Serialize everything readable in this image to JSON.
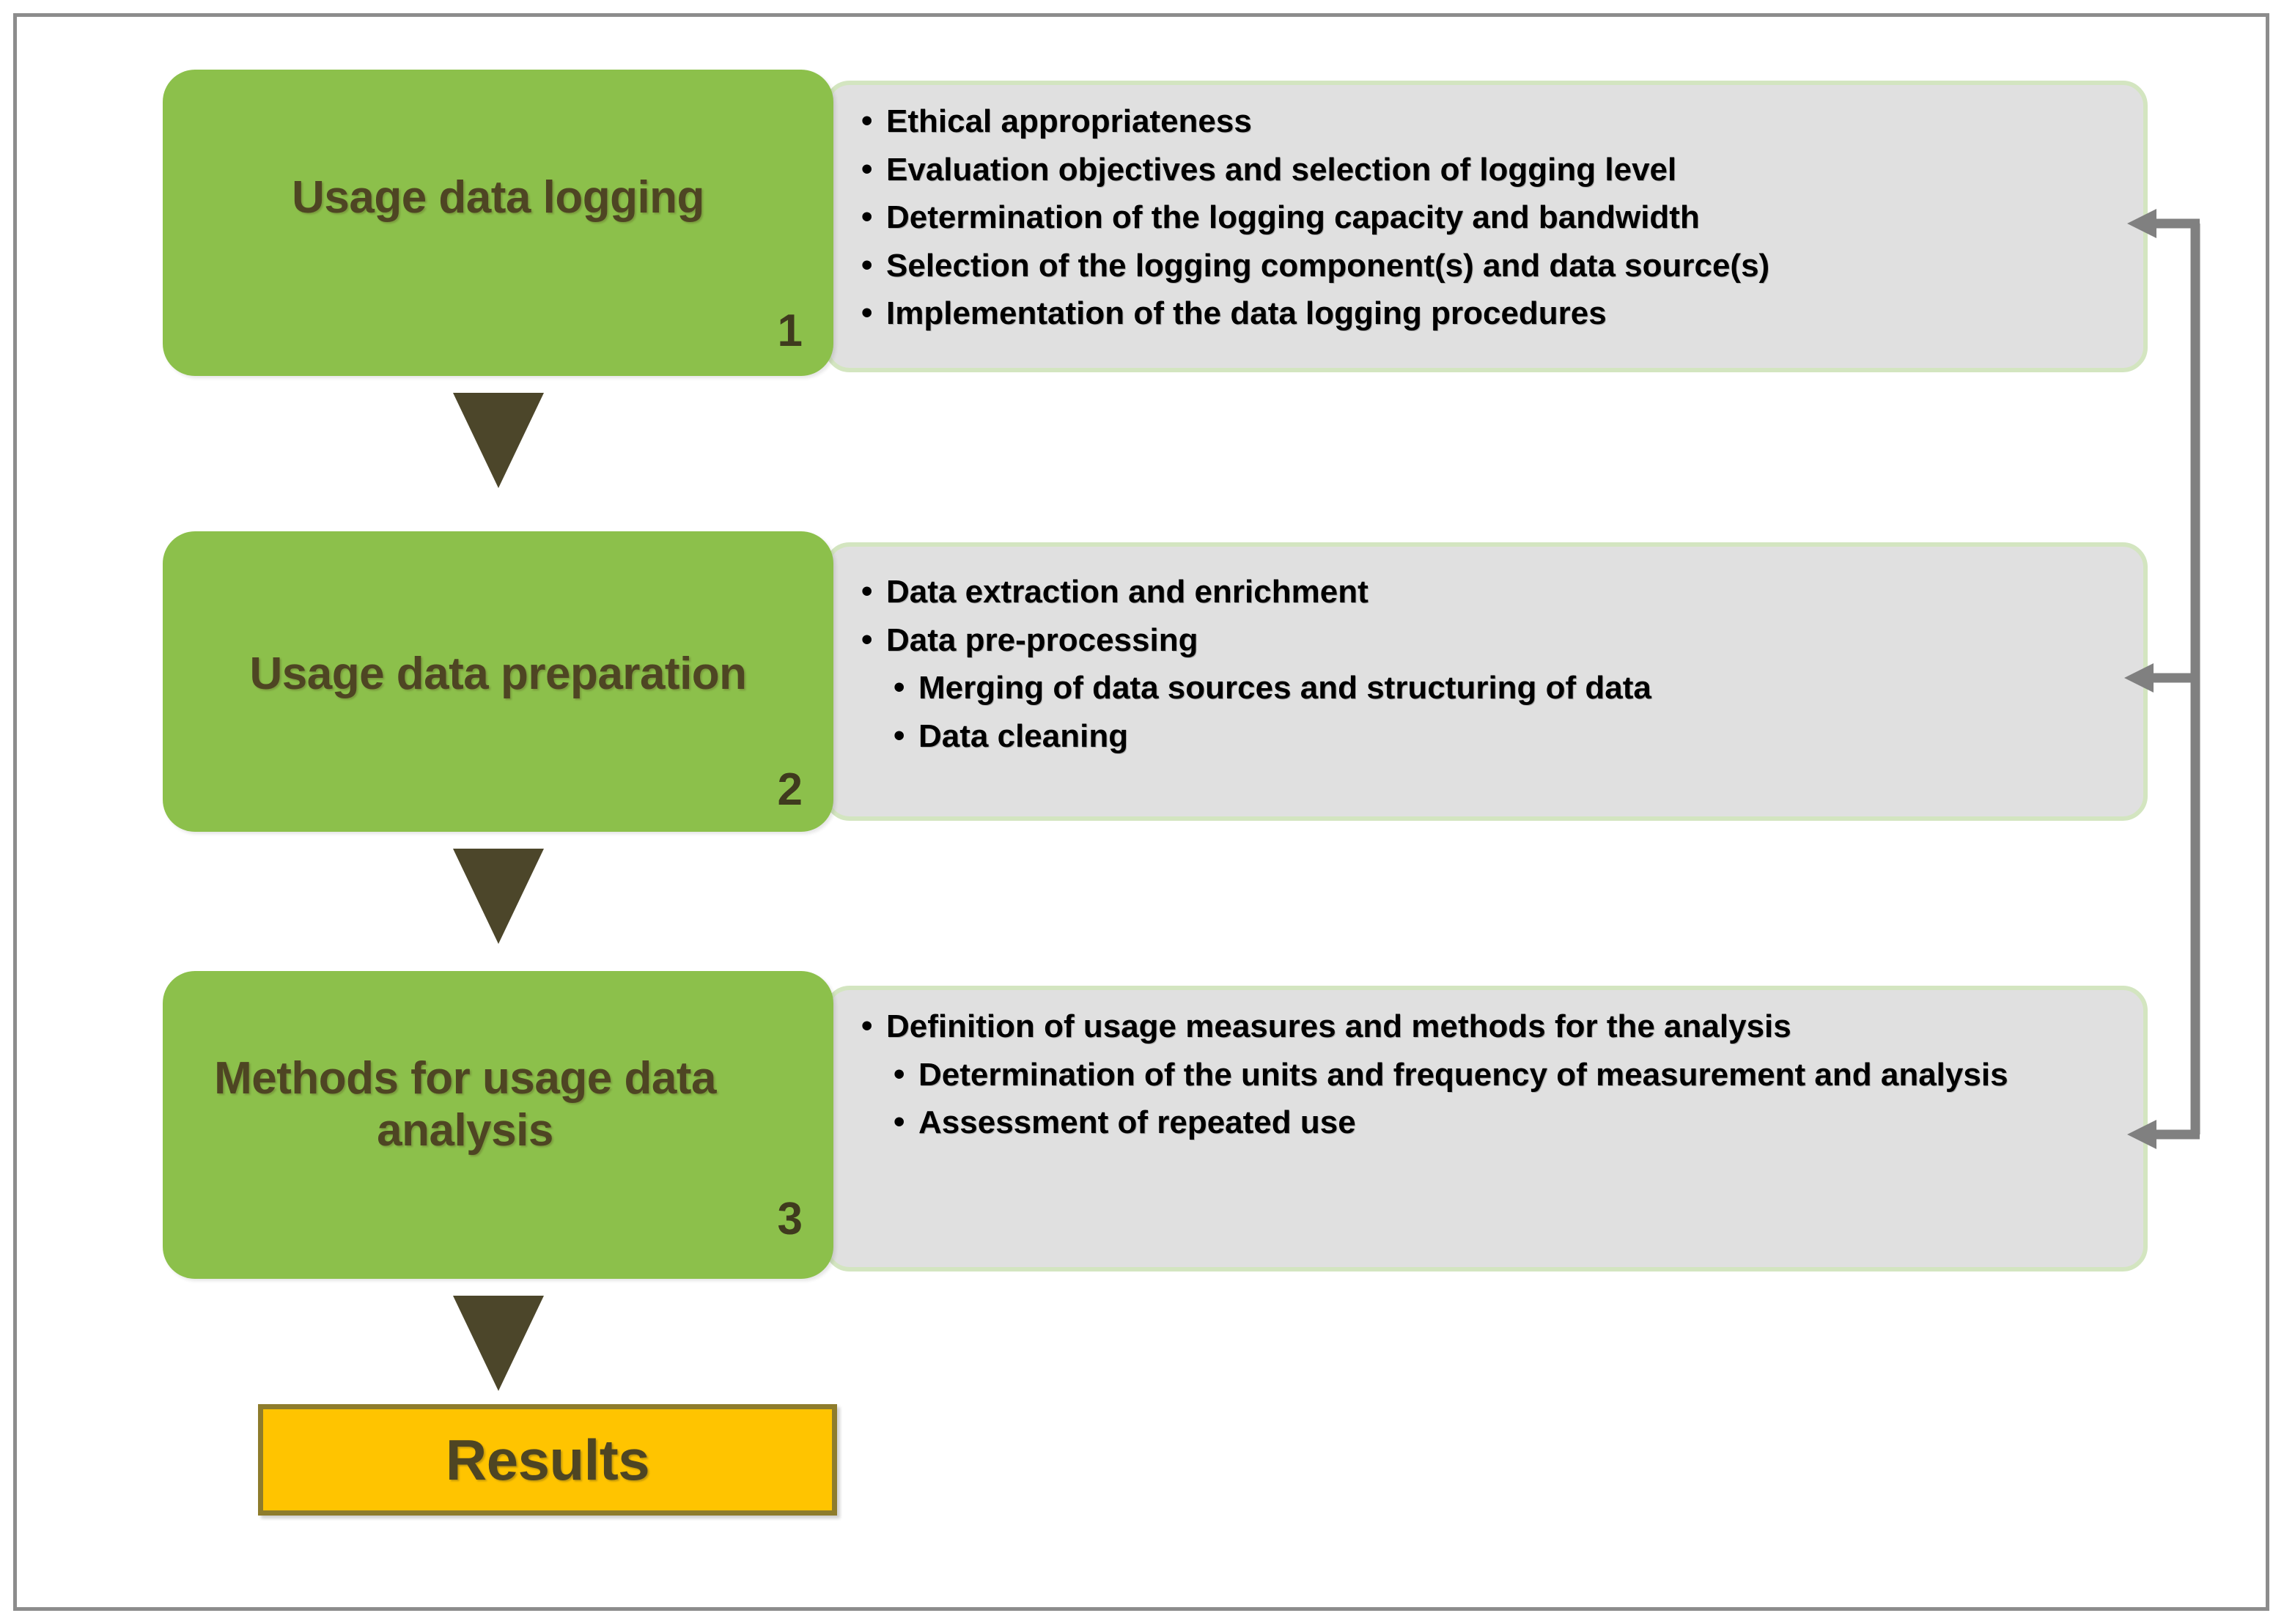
{
  "diagram": {
    "title_note": "Usage data analysis process flow",
    "accent_green": "#8cc04b",
    "panel_gray": "#e0e0e0",
    "panel_border_green": "#d3e5c0",
    "arrow_brown": "#4c462a",
    "results_yellow": "#ffc400",
    "results_border": "#8e7c2c",
    "frame_gray": "#8c8c8c",
    "feedback_arrow_gray": "#808080",
    "title_text_color": "#4e4523"
  },
  "stages": [
    {
      "number": "1",
      "title": "Usage data logging",
      "bullets": [
        {
          "level": 1,
          "marker": "•",
          "text": "Ethical appropriateness"
        },
        {
          "level": 1,
          "marker": "•",
          "text": "Evaluation objectives and selection of logging level"
        },
        {
          "level": 1,
          "marker": "•",
          "text": "Determination of the logging capacity and bandwidth"
        },
        {
          "level": 1,
          "marker": "•",
          "text": "Selection of the logging component(s) and data source(s)"
        },
        {
          "level": 1,
          "marker": "•",
          "text": "Implementation of the data logging procedures"
        }
      ]
    },
    {
      "number": "2",
      "title": "Usage data preparation",
      "bullets": [
        {
          "level": 1,
          "marker": "•",
          "text": "Data extraction and enrichment"
        },
        {
          "level": 1,
          "marker": "•",
          "text": "Data pre-processing"
        },
        {
          "level": 2,
          "marker": "•",
          "text": "Merging of data sources and structuring of data"
        },
        {
          "level": 2,
          "marker": "•",
          "text": "Data cleaning"
        }
      ]
    },
    {
      "number": "3",
      "title": "Methods for usage data analysis",
      "bullets": [
        {
          "level": 1,
          "marker": "•",
          "text": "Definition of usage measures and methods for the analysis"
        },
        {
          "level": 2,
          "marker": "•",
          "text": "Determination of the units and frequency of measurement and analysis"
        },
        {
          "level": 2,
          "marker": "•",
          "text": "Assessment of repeated use"
        }
      ]
    }
  ],
  "results": {
    "label": "Results"
  },
  "connectors": {
    "down_arrow_1_2": "down-arrow",
    "down_arrow_2_3": "down-arrow",
    "down_arrow_3_results": "down-arrow",
    "feedback_targets": [
      "stage-1",
      "stage-2",
      "stage-3"
    ]
  }
}
